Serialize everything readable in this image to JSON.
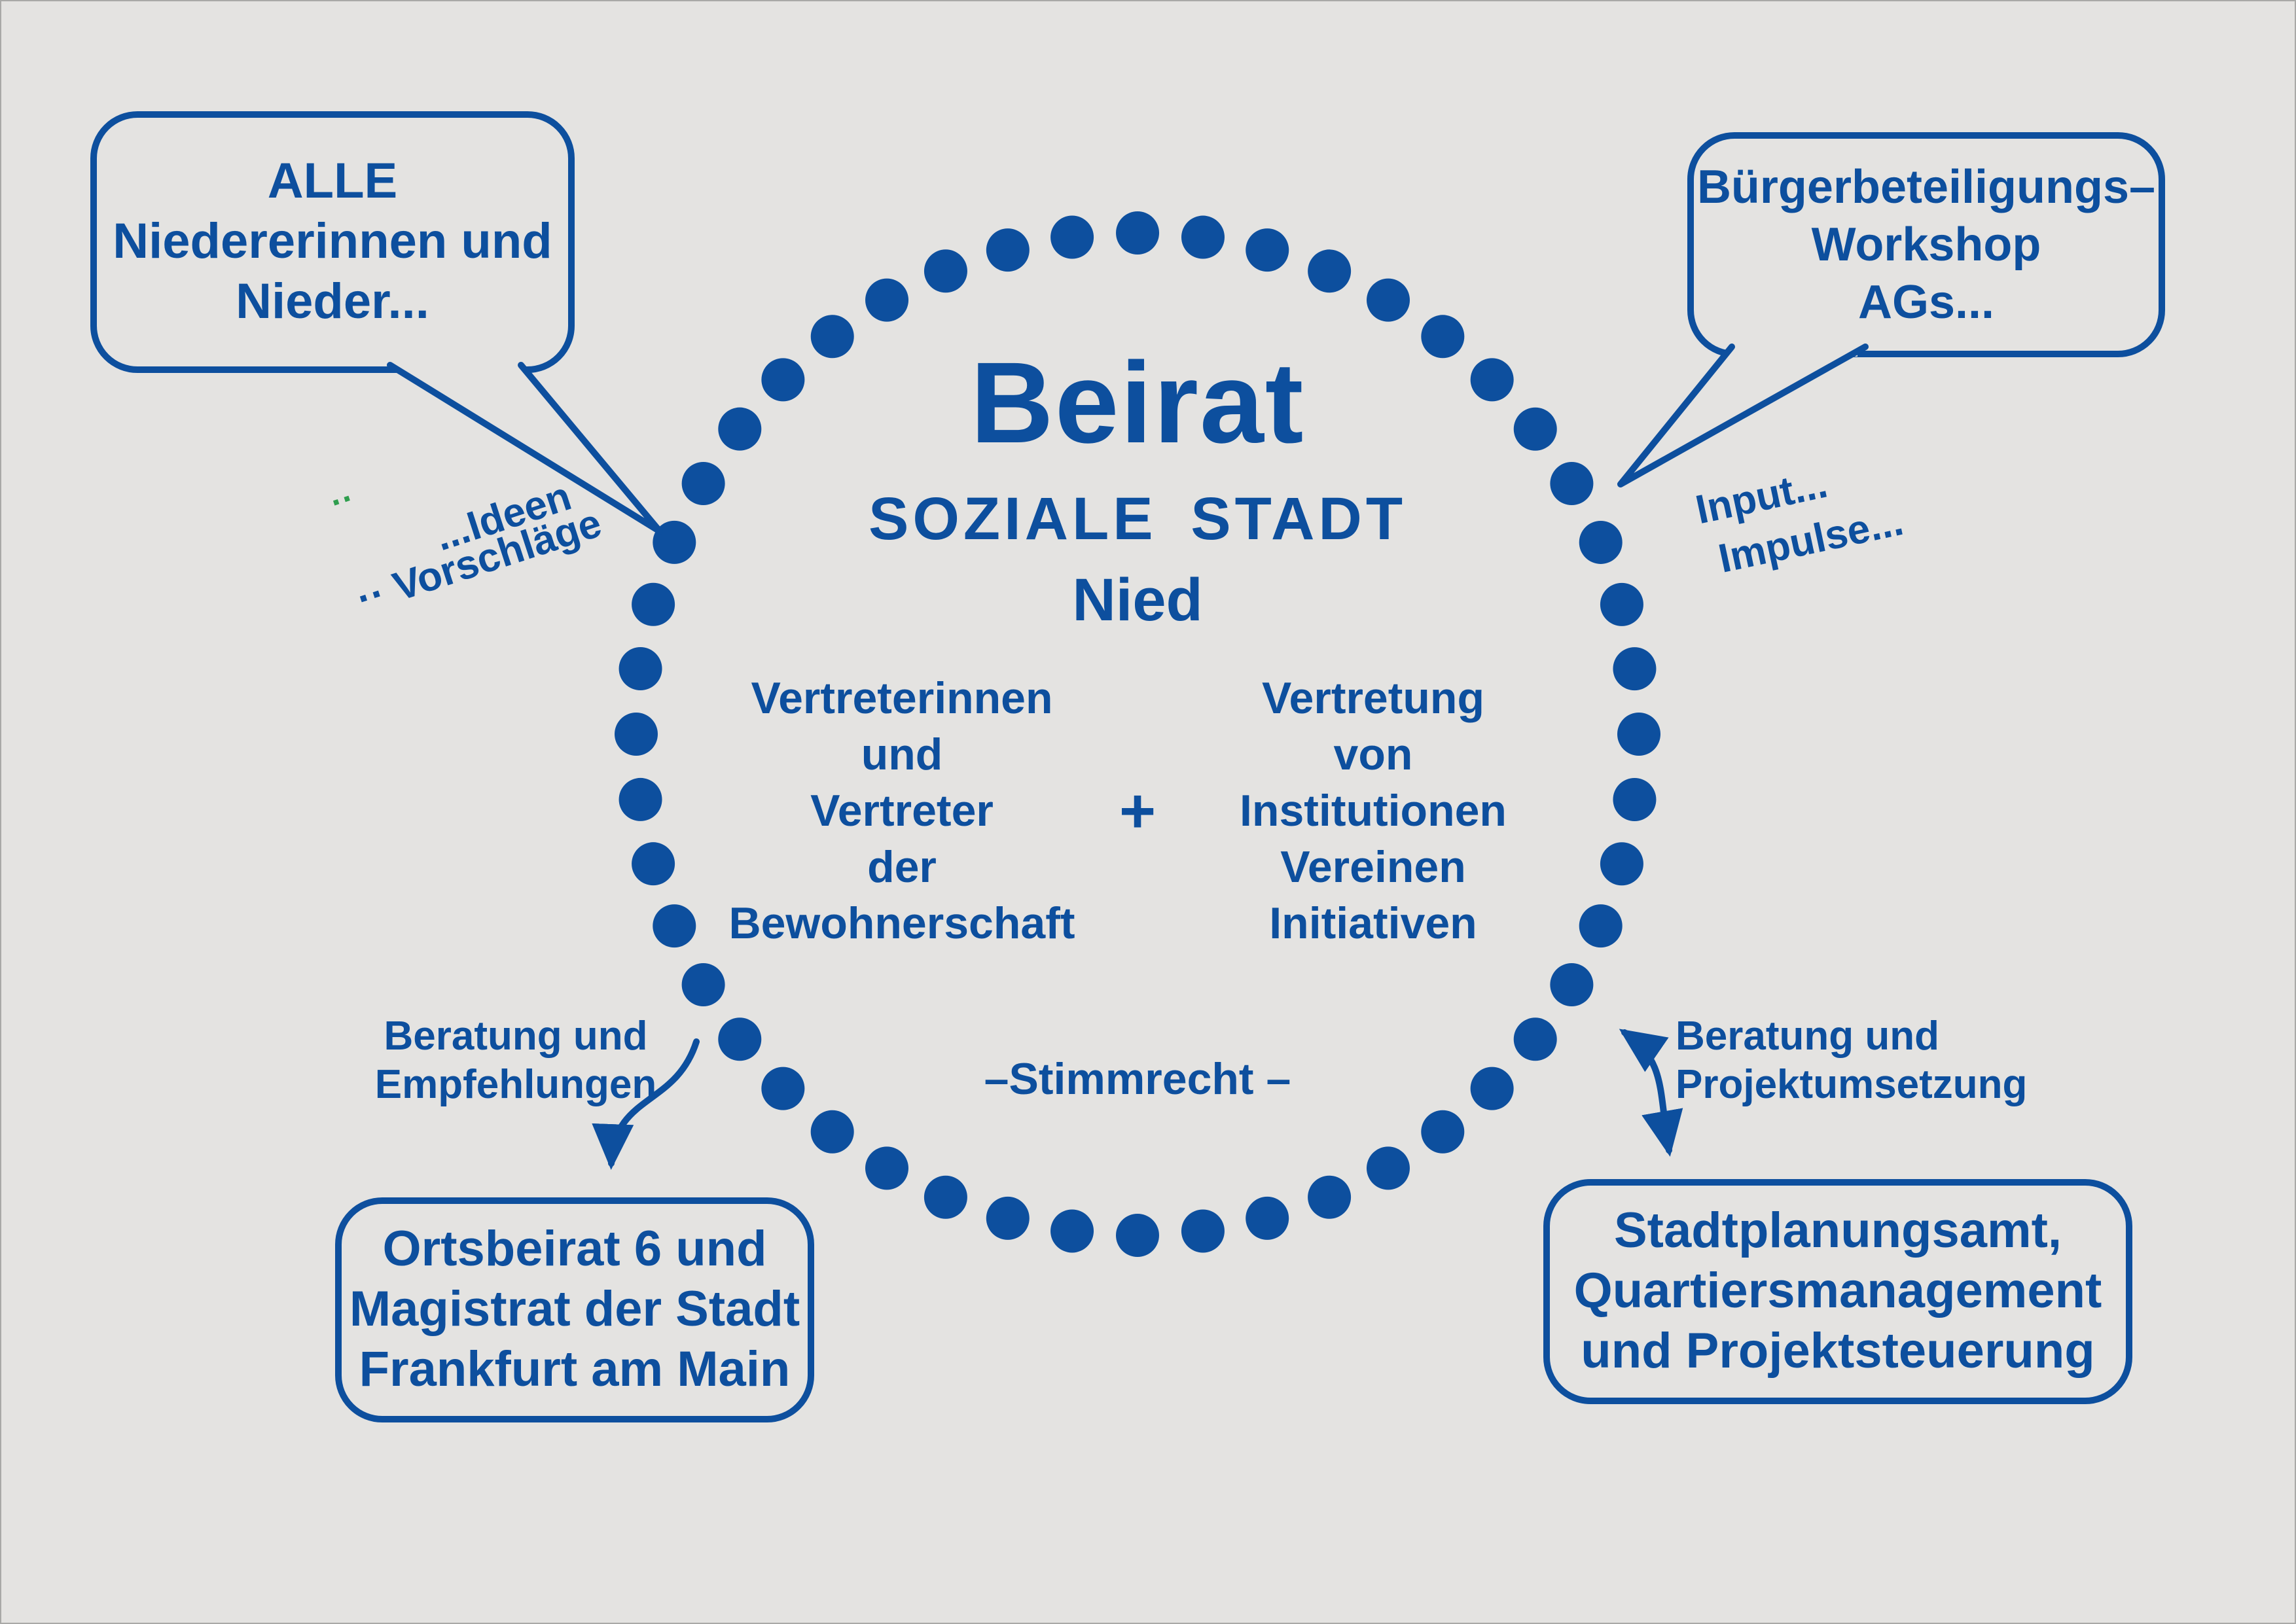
{
  "colors": {
    "bg": "#e4e3e1",
    "accent": "#0d4f9e",
    "green": "#2f9e4e"
  },
  "circle": {
    "title": "Beirat",
    "subtitle1": "SOZIALE STADT",
    "subtitle2": "Nied",
    "left_lines": [
      "Vertreterinnen",
      "und",
      "Vertreter",
      "der",
      "Bewohnerschaft"
    ],
    "plus": "+",
    "right_lines": [
      "Vertretung",
      "von",
      "Institutionen",
      "Vereinen",
      "Initiativen"
    ],
    "voting": "–Stimmrecht –"
  },
  "bubble_top_left": {
    "lines": [
      "ALLE",
      "Niedererinnen und",
      "Nieder..."
    ]
  },
  "bubble_top_right": {
    "lines": [
      "Bürgerbeteiligungs–",
      "Workshop",
      "AGs..."
    ]
  },
  "bubble_bottom_left": {
    "lines": [
      "Ortsbeirat 6 und",
      "Magistrat der Stadt",
      "Frankfurt am Main"
    ]
  },
  "bubble_bottom_right": {
    "lines": [
      "Stadtplanungsamt,",
      "Quartiersmanagement",
      "und Projektsteuerung"
    ]
  },
  "labels": {
    "ideen": "...Ideen",
    "vorschlaege": "·· Vorschläge",
    "green_marks": "··",
    "input": "Input...",
    "impulse": "Impulse...",
    "advice_left_1": "Beratung und",
    "advice_left_2": "Empfehlungen",
    "advice_right_1": "Beratung und",
    "advice_right_2": "Projektumsetzung"
  }
}
